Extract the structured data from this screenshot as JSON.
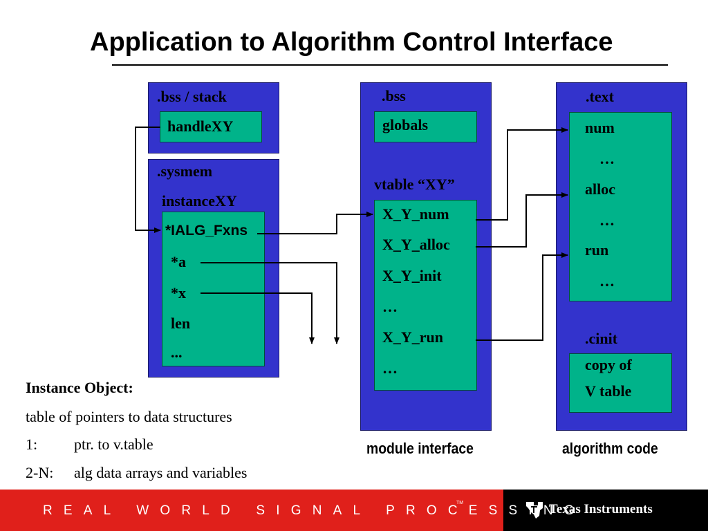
{
  "title": "Application to Algorithm Control Interface",
  "bss_stack": {
    "header": ".bss / stack",
    "item": "handleXY"
  },
  "sysmem": {
    "header": ".sysmem",
    "sub": "instanceXY",
    "fields": [
      "*IALG_Fxns",
      "*a",
      "*x",
      "len",
      "..."
    ]
  },
  "module_bss": {
    "header": ".bss",
    "globals": "globals",
    "vtable_label": "vtable “XY”",
    "entries": [
      "X_Y_num",
      "X_Y_alloc",
      "X_Y_init",
      "…",
      "X_Y_run",
      "…"
    ]
  },
  "text_section": {
    "header": ".text",
    "entries": [
      "num",
      "…",
      "alloc",
      "…",
      "run",
      "…"
    ]
  },
  "cinit": {
    "header": ".cinit",
    "line1": "copy of",
    "line2": "V table"
  },
  "captions": {
    "module": "module interface",
    "algorithm": "algorithm code"
  },
  "notes": {
    "heading": "Instance Object:",
    "line1": "table of pointers to data structures",
    "rows": [
      {
        "key": "1:",
        "value": "ptr. to v.table"
      },
      {
        "key": "2-N:",
        "value": "alg data arrays and variables"
      }
    ]
  },
  "footer": {
    "tagline": "REAL WORLD SIGNAL PROCESSING",
    "tm": "TM",
    "brand": "Texas Instruments"
  },
  "colors": {
    "box_blue": "#3333cc",
    "box_green": "#00b38a",
    "footer_red": "#e0201b",
    "footer_black": "#000000"
  }
}
